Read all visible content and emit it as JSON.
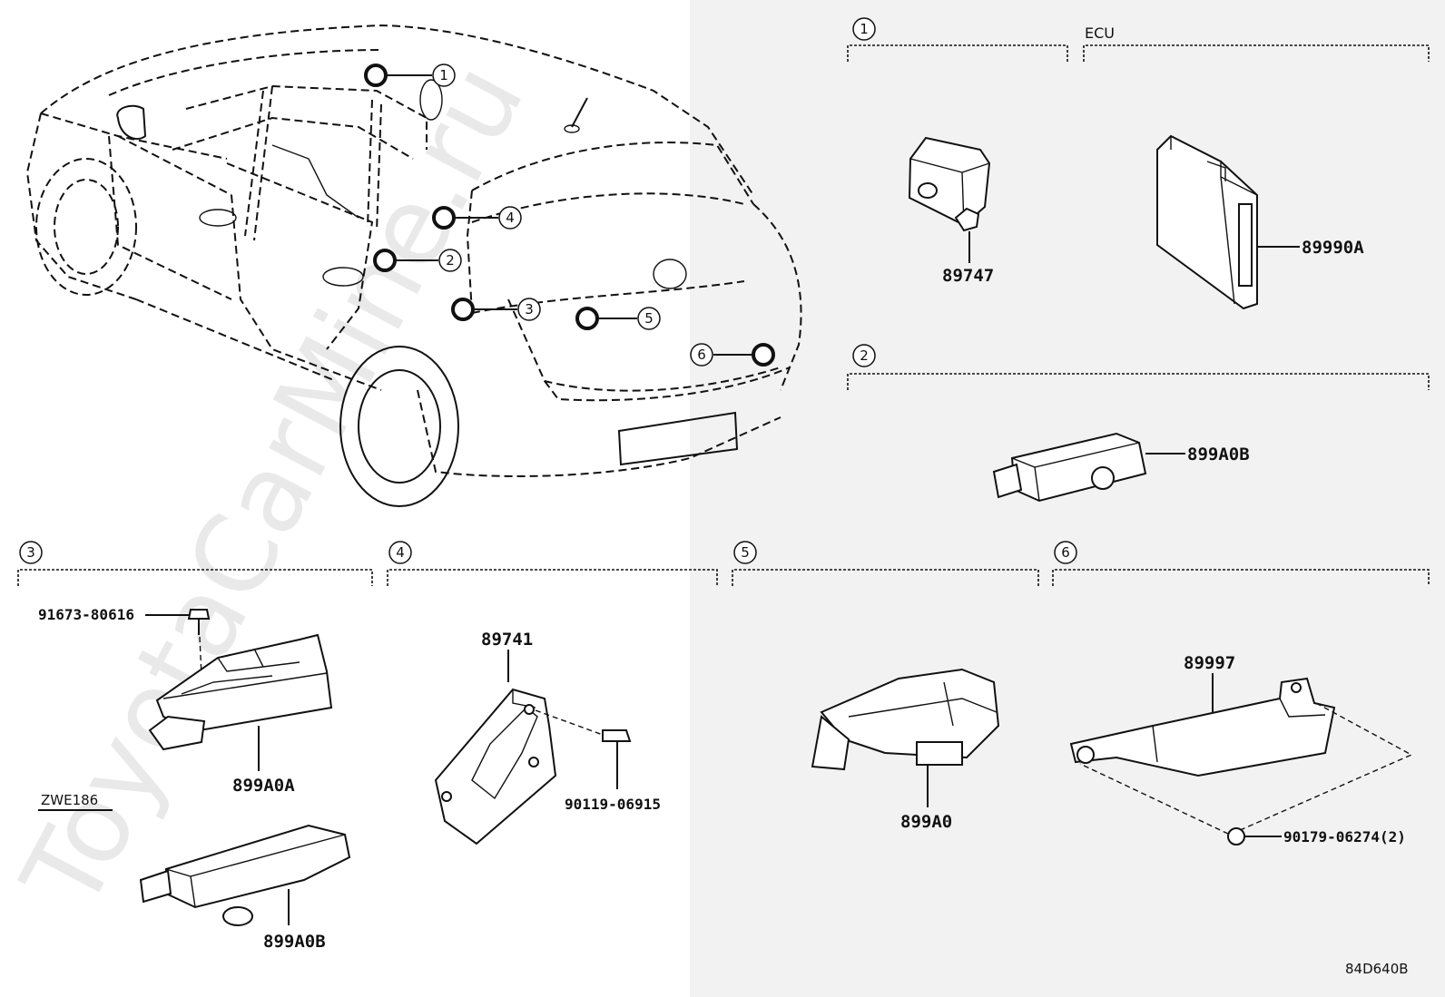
{
  "watermark": "ToyotaCarMine.ru",
  "diagram_code": "84D640B",
  "ecu_label": "ECU",
  "section_markers": [
    "1",
    "2",
    "3",
    "4",
    "5",
    "6"
  ],
  "car_callouts": [
    "1",
    "2",
    "3",
    "4",
    "5",
    "6"
  ],
  "parts": {
    "p89747": "89747",
    "p89990A": "89990A",
    "p899A0B_top": "899A0B",
    "p91673": "91673-80616",
    "p899A0A": "899A0A",
    "zwe": "ZWE186",
    "p899A0B_bot": "899A0B",
    "p89741": "89741",
    "p90119": "90119-06915",
    "p899A0": "899A0",
    "p89997": "89997",
    "p90179": "90179-06274(2)"
  }
}
